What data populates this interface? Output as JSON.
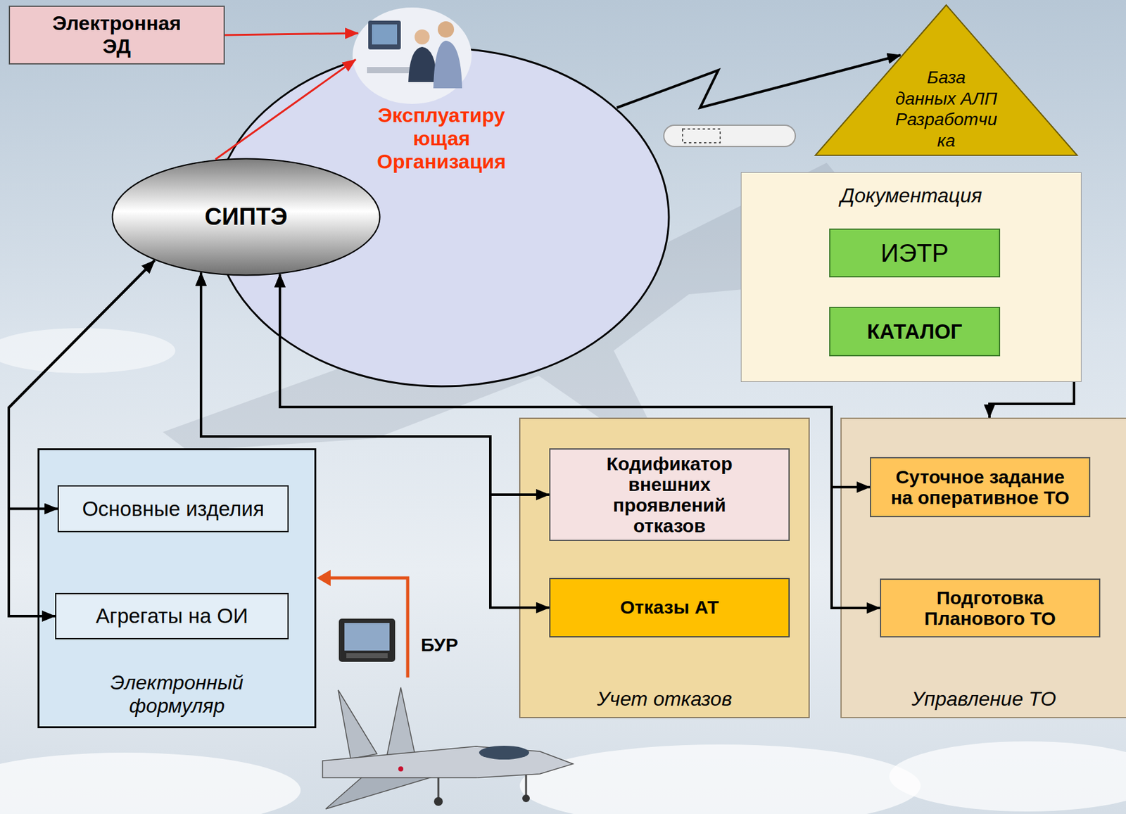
{
  "diagram": {
    "nodes": [
      {
        "text": [
          "Электронная ЭД"
        ]
      },
      {
        "text": [
          "Эксплуатиру ющая Организация"
        ]
      },
      {
        "text": [
          "База данных АЛП Разработчи ка"
        ]
      },
      {
        "text": [
          "СИПТЭ"
        ]
      },
      {
        "text": [
          "Документация"
        ]
      },
      {
        "text": [
          "ИЭТР"
        ],
        "in": 4
      },
      {
        "text": [
          "КАТАЛОГ"
        ],
        "in": 4
      },
      {
        "text": [
          "Электронный формуляр"
        ]
      },
      {
        "text": [
          "Основные изделия"
        ],
        "in": 7
      },
      {
        "text": [
          "Агрегаты на ОИ"
        ],
        "in": 7
      },
      {
        "text": [
          "Учет отказов"
        ]
      },
      {
        "text": [
          "Кодификатор внешних проявлений отказов"
        ],
        "in": 10
      },
      {
        "text": [
          "Отказы АТ"
        ],
        "in": 10
      },
      {
        "text": [
          "Управление ТО"
        ]
      },
      {
        "text": [
          "Суточное задание на оперативное ТО"
        ],
        "in": 13
      },
      {
        "text": [
          "Подготовка Планового ТО"
        ],
        "in": 13
      }
    ],
    "edges": [
      {
        "from": 0,
        "to": 1,
        "arrow": "to"
      },
      {
        "from": 3,
        "to": 1,
        "arrow": "to"
      },
      {
        "from": 1,
        "to": 2,
        "arrow": "to"
      },
      {
        "from": 3,
        "to": 8,
        "arrow": "both"
      },
      {
        "from": 3,
        "to": 9,
        "arrow": "both"
      },
      {
        "from": 3,
        "to": 11,
        "arrow": "both"
      },
      {
        "from": 3,
        "to": 12,
        "arrow": "both"
      },
      {
        "from": 3,
        "to": 14,
        "arrow": "both"
      },
      {
        "from": 3,
        "to": 15,
        "arrow": "both"
      },
      {
        "from": 4,
        "to": 13,
        "arrow": "to"
      }
    ],
    "labels": [
      "БУР"
    ]
  }
}
